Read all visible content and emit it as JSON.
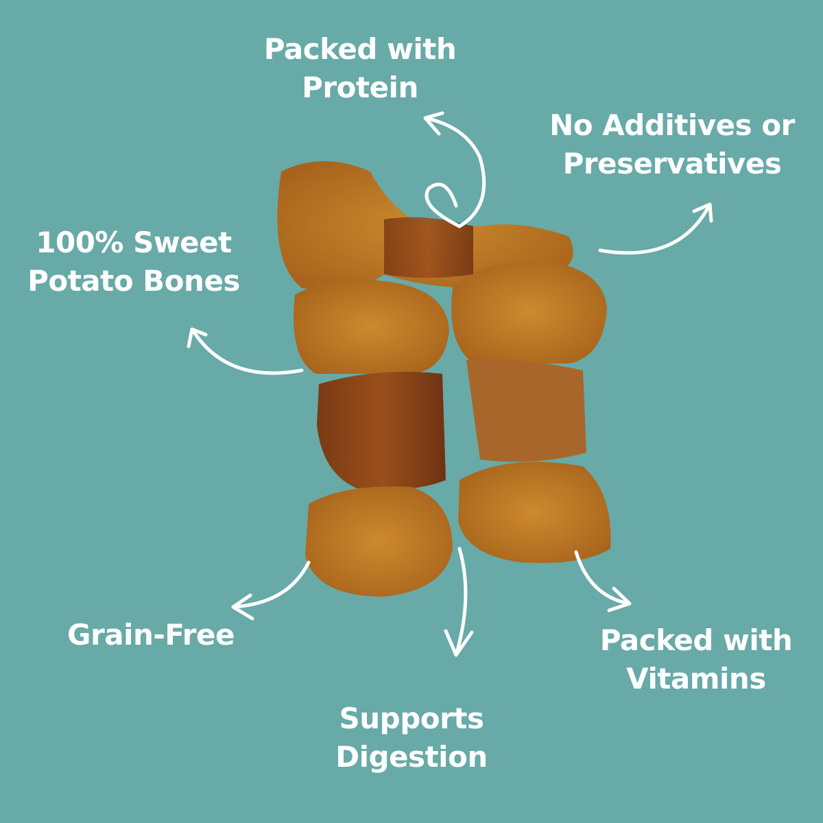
{
  "background_color": "#68aaa8",
  "text_color": "#ffffff",
  "features": [
    {
      "id": "protein",
      "lines": [
        "Packed with",
        "Protein"
      ]
    },
    {
      "id": "additives",
      "lines": [
        "No Additives or",
        "Preservatives"
      ]
    },
    {
      "id": "sweet-potato",
      "lines": [
        "100% Sweet",
        "Potato Bones"
      ]
    },
    {
      "id": "grain-free",
      "lines": [
        "Grain-Free"
      ]
    },
    {
      "id": "digestion",
      "lines": [
        "Supports",
        "Digestion"
      ]
    },
    {
      "id": "vitamins",
      "lines": [
        "Packed with",
        "Vitamins"
      ]
    }
  ]
}
